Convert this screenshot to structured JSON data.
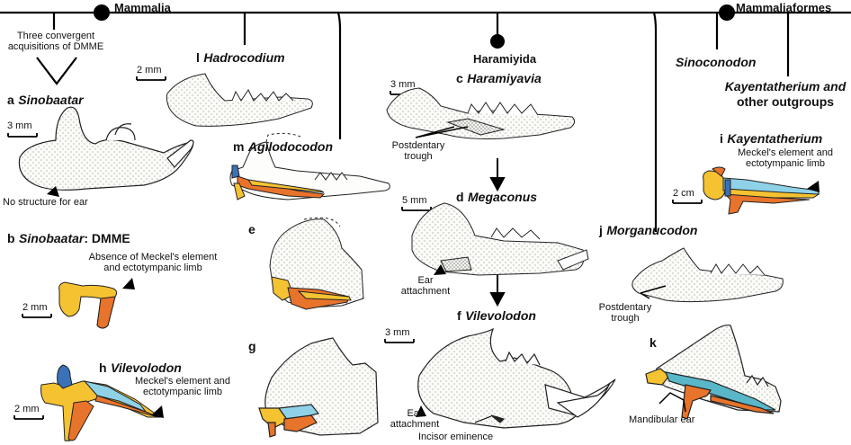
{
  "clades": {
    "mammalia": "Mammalia",
    "mammaliaformes": "Mammaliaformes",
    "haramiyida": "Haramiyida"
  },
  "notes": {
    "convergent_line1": "Three convergent",
    "convergent_line2": "acquisitions of DMME",
    "no_structure": "No structure for ear",
    "absence_line1": "Absence of Meckel's element",
    "absence_line2": "and ectotympanic limb",
    "meckel_h_line1": "Meckel's element and",
    "meckel_h_line2": "ectotympanic limb",
    "meckel_i_line1": "Meckel's element and",
    "meckel_i_line2": "ectotympanic limb",
    "postdentary_c_line1": "Postdentary",
    "postdentary_c_line2": "trough",
    "postdentary_j_line1": "Postdentary",
    "postdentary_j_line2": "trough",
    "ear_attach_d_line1": "Ear",
    "ear_attach_d_line2": "attachment",
    "ear_attach_f_line1": "Ear",
    "ear_attach_f_line2": "attachment",
    "incisor": "Incisor eminence",
    "mandibular_ear": "Mandibular ear"
  },
  "panels": {
    "a": {
      "letter": "a",
      "taxon": "Sinobaatar",
      "scale": "3 mm"
    },
    "b": {
      "letter": "b",
      "taxon": "Sinobaatar",
      "suffix": ": DMME",
      "scale": "2 mm"
    },
    "h": {
      "letter": "h",
      "taxon": "Vilevolodon",
      "scale": "2 mm"
    },
    "l": {
      "letter": "l",
      "taxon": "Hadrocodium",
      "scale": "2 mm"
    },
    "m": {
      "letter": "m",
      "taxon": "Agilodocodon"
    },
    "e": {
      "letter": "e"
    },
    "g": {
      "letter": "g"
    },
    "c": {
      "letter": "c",
      "taxon": "Haramiyavia",
      "scale": "3 mm"
    },
    "d": {
      "letter": "d",
      "taxon": "Megaconus",
      "scale": "5 mm"
    },
    "f": {
      "letter": "f",
      "taxon": "Vilevolodon",
      "scale": "3 mm"
    },
    "j": {
      "letter": "j",
      "taxon": "Morganucodon"
    },
    "k": {
      "letter": "k"
    },
    "sino": {
      "taxon": "Sinoconodon"
    },
    "kay": {
      "taxon_line1": "Kayentatherium and",
      "taxon_line2": "other outgroups"
    },
    "i": {
      "letter": "i",
      "taxon": "Kayentatherium",
      "scale": "2 cm"
    }
  },
  "colors": {
    "meckel": "#f5c232",
    "ecto": "#e8732b",
    "blue": "#3a72b8",
    "cyan": "#8fd2e8",
    "teal": "#5ab7c9",
    "bone_fill": "#fbfbf8"
  }
}
